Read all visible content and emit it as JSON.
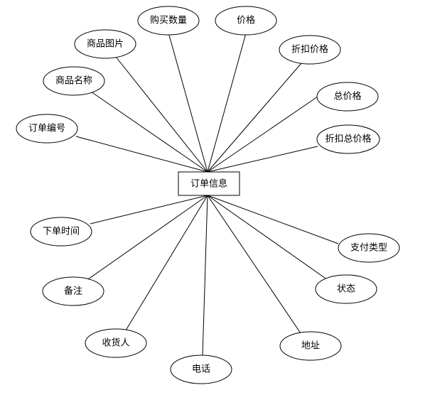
{
  "entity": {
    "label": "订单信息"
  },
  "attributes": [
    {
      "id": "purchase-quantity",
      "label": "购买数量"
    },
    {
      "id": "price",
      "label": "价格"
    },
    {
      "id": "product-image",
      "label": "商品图片"
    },
    {
      "id": "discount-price",
      "label": "折扣价格"
    },
    {
      "id": "product-name",
      "label": "商品名称"
    },
    {
      "id": "total-price",
      "label": "总价格"
    },
    {
      "id": "order-number",
      "label": "订单编号"
    },
    {
      "id": "discount-total-price",
      "label": "折扣总价格"
    },
    {
      "id": "order-time",
      "label": "下单时间"
    },
    {
      "id": "payment-type",
      "label": "支付类型"
    },
    {
      "id": "remark",
      "label": "备注"
    },
    {
      "id": "status",
      "label": "状态"
    },
    {
      "id": "consignee",
      "label": "收货人"
    },
    {
      "id": "address",
      "label": "地址"
    },
    {
      "id": "phone",
      "label": "电话"
    }
  ],
  "colors": {
    "stroke": "#000000",
    "fill": "#ffffff",
    "text": "#000000"
  }
}
